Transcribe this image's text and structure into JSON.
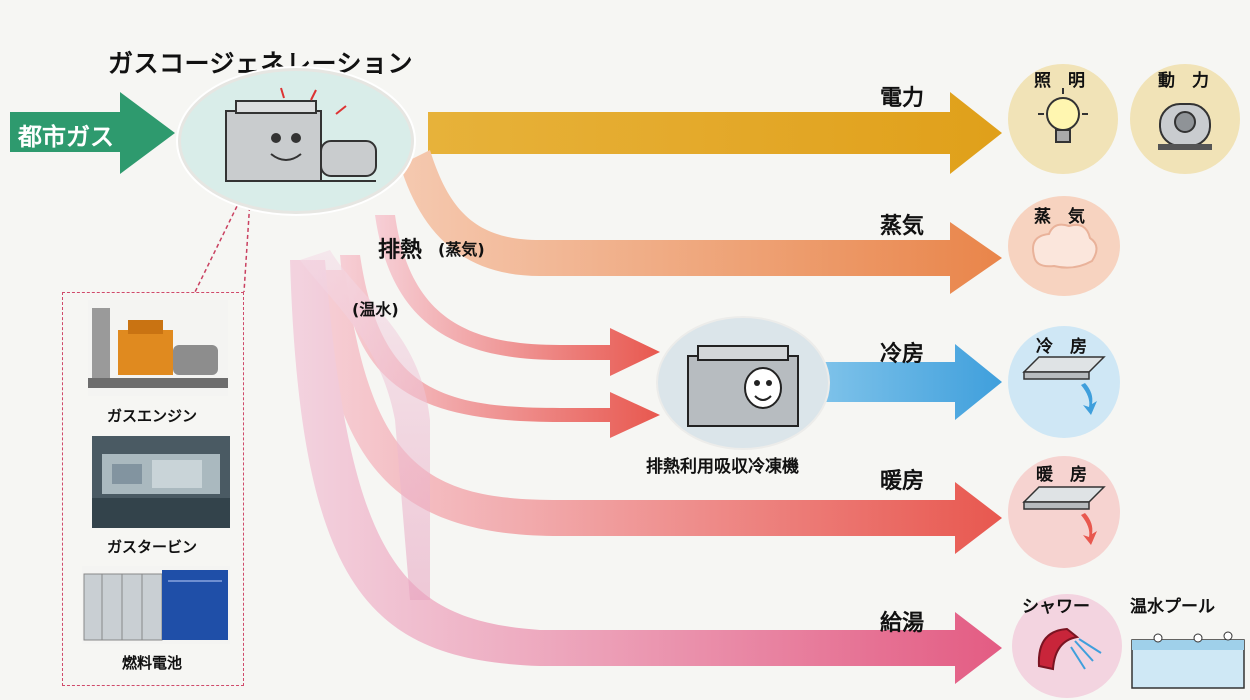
{
  "title": "ガスコージェネレーション",
  "input_label": "都市ガス",
  "exhaust_heat_label": "排熱",
  "steam_label": "(蒸気)",
  "hot_water_label": "(温水)",
  "equipment": {
    "items": [
      {
        "label": "ガスエンジン"
      },
      {
        "label": "ガスタービン"
      },
      {
        "label": "燃料電池"
      }
    ]
  },
  "chiller_label": "排熱利用吸収冷凍機",
  "flows": {
    "electricity": "電力",
    "steam": "蒸気",
    "cooling": "冷房",
    "heating": "暖房",
    "hot_water_supply": "給湯"
  },
  "destinations": {
    "lighting": "照　明",
    "power": "動　力",
    "steam": "蒸　気",
    "cooling": "冷　房",
    "heating": "暖　房",
    "shower": "シャワー",
    "pool": "温水プール"
  },
  "colors": {
    "input_arrow": "#2e9a6e",
    "electricity": "#e7a81c",
    "steam": "#e9854a",
    "cooling": "#3f9fdc",
    "heating": "#e8584f",
    "hot_water": "#e35c83"
  }
}
